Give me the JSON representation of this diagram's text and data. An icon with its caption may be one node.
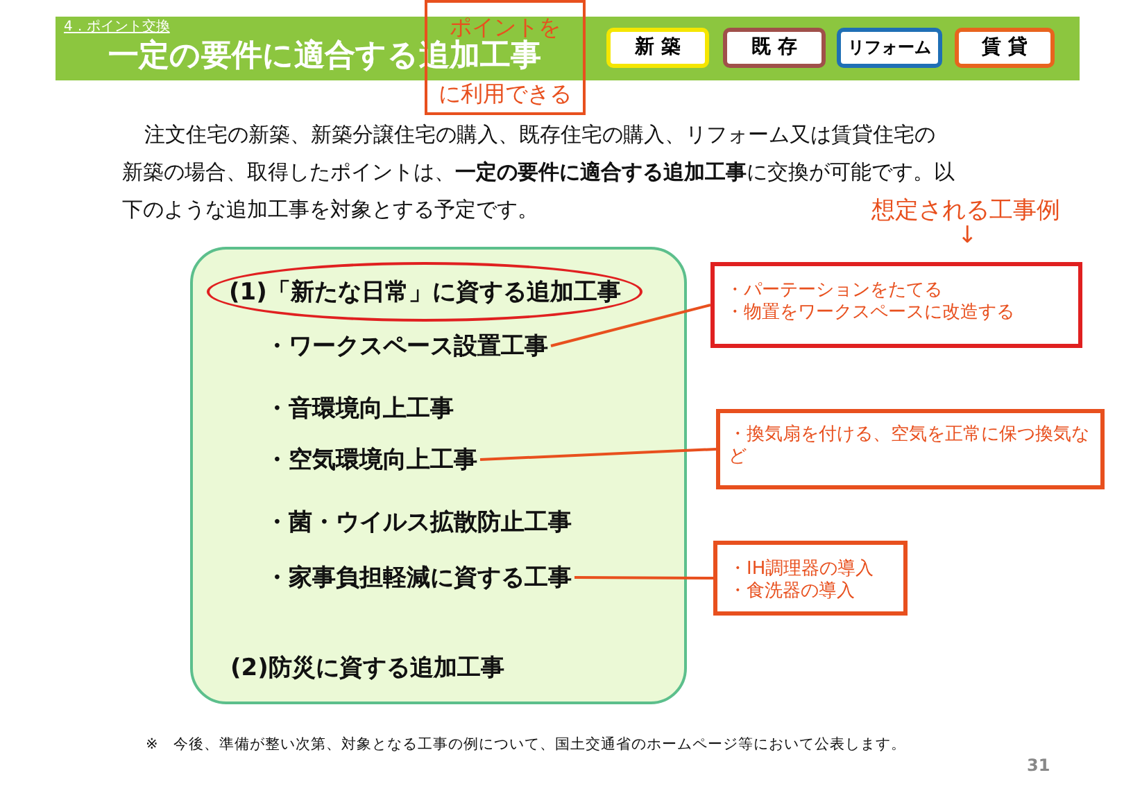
{
  "diagram": {
    "title": "一定の要件に適合する追加工事",
    "nodes": [
      {
        "text": [
          "ポイントを",
          "に利用できる"
        ]
      },
      {
        "text": [
          "新 築"
        ]
      },
      {
        "text": [
          "既 存"
        ]
      },
      {
        "text": [
          "リフォーム"
        ]
      },
      {
        "text": [
          "賃 貸"
        ]
      },
      {
        "text": [],
        "shape": "box"
      },
      {
        "text": [
          "(1)「新たな日常」に資する追加工事"
        ],
        "in": 5
      },
      {
        "text": [
          "・ワークスペース設置工事"
        ],
        "in": 5
      },
      {
        "text": [
          "・音環境向上工事"
        ],
        "in": 5
      },
      {
        "text": [
          "・空気環境向上工事"
        ],
        "in": 5
      },
      {
        "text": [
          "・菌・ウイルス拡散防止工事"
        ],
        "in": 5
      },
      {
        "text": [
          "・家事負担軽減に資する工事"
        ],
        "in": 5
      },
      {
        "text": [
          "(2)防災に資する追加工事"
        ],
        "in": 5
      },
      {
        "text": [
          "・パーテーションをたてる",
          "・物置をワークスペースに改造する"
        ]
      },
      {
        "text": [
          "・換気扇を付ける、空気を正常に保つ換気など"
        ]
      },
      {
        "text": [
          "・IH調理器の導入",
          "・食洗器の導入"
        ]
      }
    ],
    "edges": [
      {
        "from": 7,
        "to": 13,
        "arrow": "none"
      },
      {
        "from": 9,
        "to": 14,
        "arrow": "none"
      },
      {
        "from": 11,
        "to": 15,
        "arrow": "none"
      }
    ],
    "labels": [
      "4．ポイント交換",
      "注文住宅の新築、新築分譲住宅の購入、既存住宅の購入、リフォーム又は賃貸住宅の新築の場合、取得したポイントは、**一定の要件に適合する追加工事**に交換が可能です。以下のような追加工事を対象とする予定です。",
      "想定される工事例",
      "↓",
      "※　今後、準備が整い次第、対象となる工事の例について、国土交通省のホームページ等において公表します。",
      "31"
    ]
  }
}
